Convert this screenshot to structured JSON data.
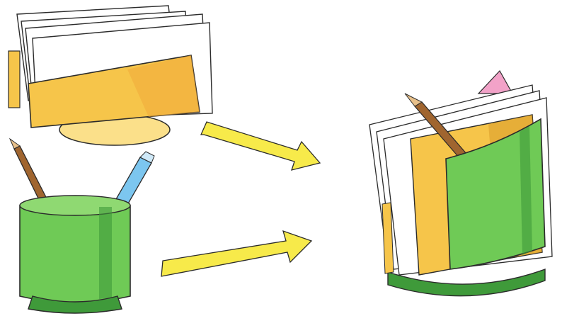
{
  "illustration": {
    "colors": {
      "paper": "#ffffff",
      "outline": "#2b2b2b",
      "folder_yellow": "#f6c54a",
      "folder_light": "#fbe08a",
      "cup_green": "#6fca56",
      "cup_dark": "#3f9a3a",
      "arrow_yellow": "#f7ea4a",
      "pencil_brown": "#a0652f",
      "pen_blue": "#7cc6ef",
      "card_pink": "#f2a2c8"
    },
    "parts": [
      "paper-stack-holder",
      "pencil-cup",
      "arrow-to-combined",
      "combined-organizer"
    ]
  }
}
